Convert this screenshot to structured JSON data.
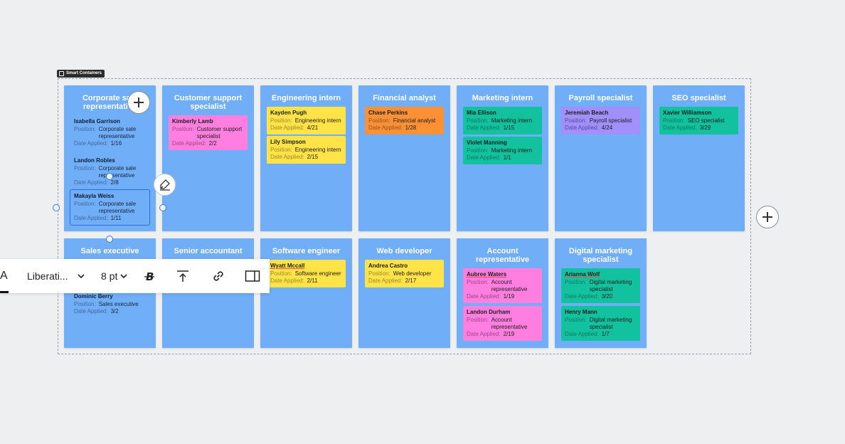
{
  "smart_label": "Smart Containers",
  "toolbar": {
    "text_icon_label": "A",
    "font": "Liberati...",
    "size": "8 pt"
  },
  "field_labels": {
    "position": "Position:",
    "date": "Date Applied:"
  },
  "columns": [
    {
      "title": "Corporate sale representative",
      "cards": [
        {
          "name": "Isabella Garrison",
          "position": "Corporate sale representative",
          "date": "1/16"
        },
        {
          "name": "Landon Robles",
          "position": "Corporate sale representative",
          "date": "2/8"
        },
        {
          "name": "Makayla Weiss",
          "position": "Corporate sale representative",
          "date": "1/11"
        }
      ]
    },
    {
      "title": "Customer support specialist",
      "cards": [
        {
          "name": "Kimberly Lamb",
          "position": "Customer support specialist",
          "date": "2/2"
        }
      ]
    },
    {
      "title": "Engineering intern",
      "cards": [
        {
          "name": "Kayden Pugh",
          "position": "Engineering intern",
          "date": "4/21"
        },
        {
          "name": "Lily Simpson",
          "position": "Engineering intern",
          "date": "2/15"
        }
      ]
    },
    {
      "title": "Financial analyst",
      "cards": [
        {
          "name": "Chase Perkins",
          "position": "Financial analyst",
          "date": "1/28"
        }
      ]
    },
    {
      "title": "Marketing intern",
      "cards": [
        {
          "name": "Mia Ellison",
          "position": "Marketing intern",
          "date": "1/15"
        },
        {
          "name": "Violet Manning",
          "position": "Marketing intern",
          "date": "1/1"
        }
      ]
    },
    {
      "title": "Payroll specialist",
      "cards": [
        {
          "name": "Jeremiah Beach",
          "position": "Payroll specialist",
          "date": "4/24"
        }
      ]
    },
    {
      "title": "SEO specialist",
      "cards": [
        {
          "name": "Xavier Williamson",
          "position": "SEO specialist",
          "date": "3/29"
        }
      ]
    },
    {
      "title": "Sales executive",
      "cards": [
        {
          "name": "Dominic Berry",
          "position": "Sales executive",
          "date": "3/2"
        }
      ]
    },
    {
      "title": "Senior accountant",
      "cards": []
    },
    {
      "title": "Software engineer",
      "cards": [
        {
          "name": "Wyatt Mccall",
          "position": "Software engineer",
          "date": "2/11"
        }
      ]
    },
    {
      "title": "Web developer",
      "cards": [
        {
          "name": "Andrea Castro",
          "position": "Web developer",
          "date": "2/17"
        }
      ]
    },
    {
      "title": "Account representative",
      "cards": [
        {
          "name": "Aubree Waters",
          "position": "Account representative",
          "date": "1/19"
        },
        {
          "name": "Landon Durham",
          "position": "Account representative",
          "date": "2/19"
        }
      ]
    },
    {
      "title": "Digital marketing specialist",
      "cards": [
        {
          "name": "Arianna Wolf",
          "position": "Digital marketing specialist",
          "date": "3/20"
        },
        {
          "name": "Henry Mann",
          "position": "Digital marketing specialist",
          "date": "1/7"
        }
      ]
    }
  ],
  "colors": {
    "column": "#70aef7",
    "yellow": "#ffe347",
    "pink": "#ff7fe0",
    "orange": "#fc9035",
    "teal": "#12c19d",
    "violet": "#a18ffa"
  }
}
